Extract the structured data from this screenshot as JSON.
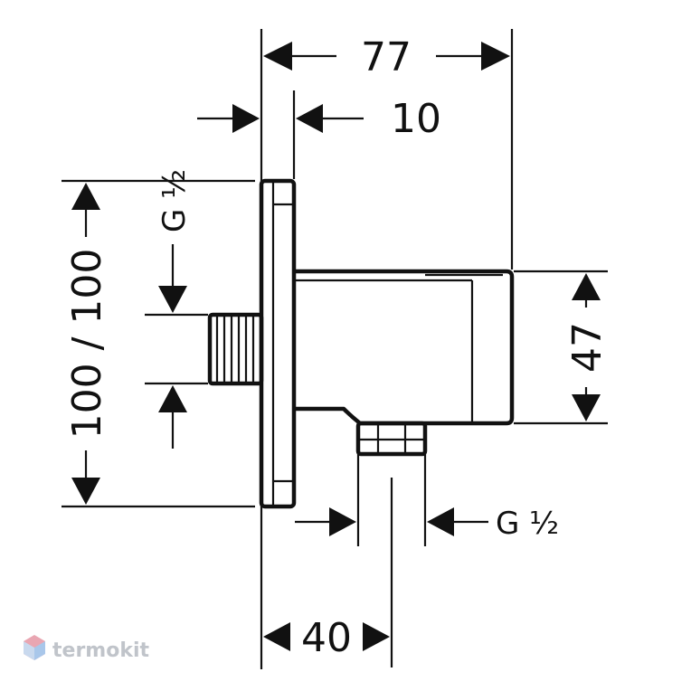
{
  "dimensions": {
    "overall_depth": "77",
    "plate_thickness": "10",
    "plate_size": "100 / 100",
    "height": "47",
    "outlet_offset": "40"
  },
  "threads": {
    "inlet": "G ½",
    "outlet": "G ½"
  },
  "watermark": {
    "brand": "termokit"
  }
}
